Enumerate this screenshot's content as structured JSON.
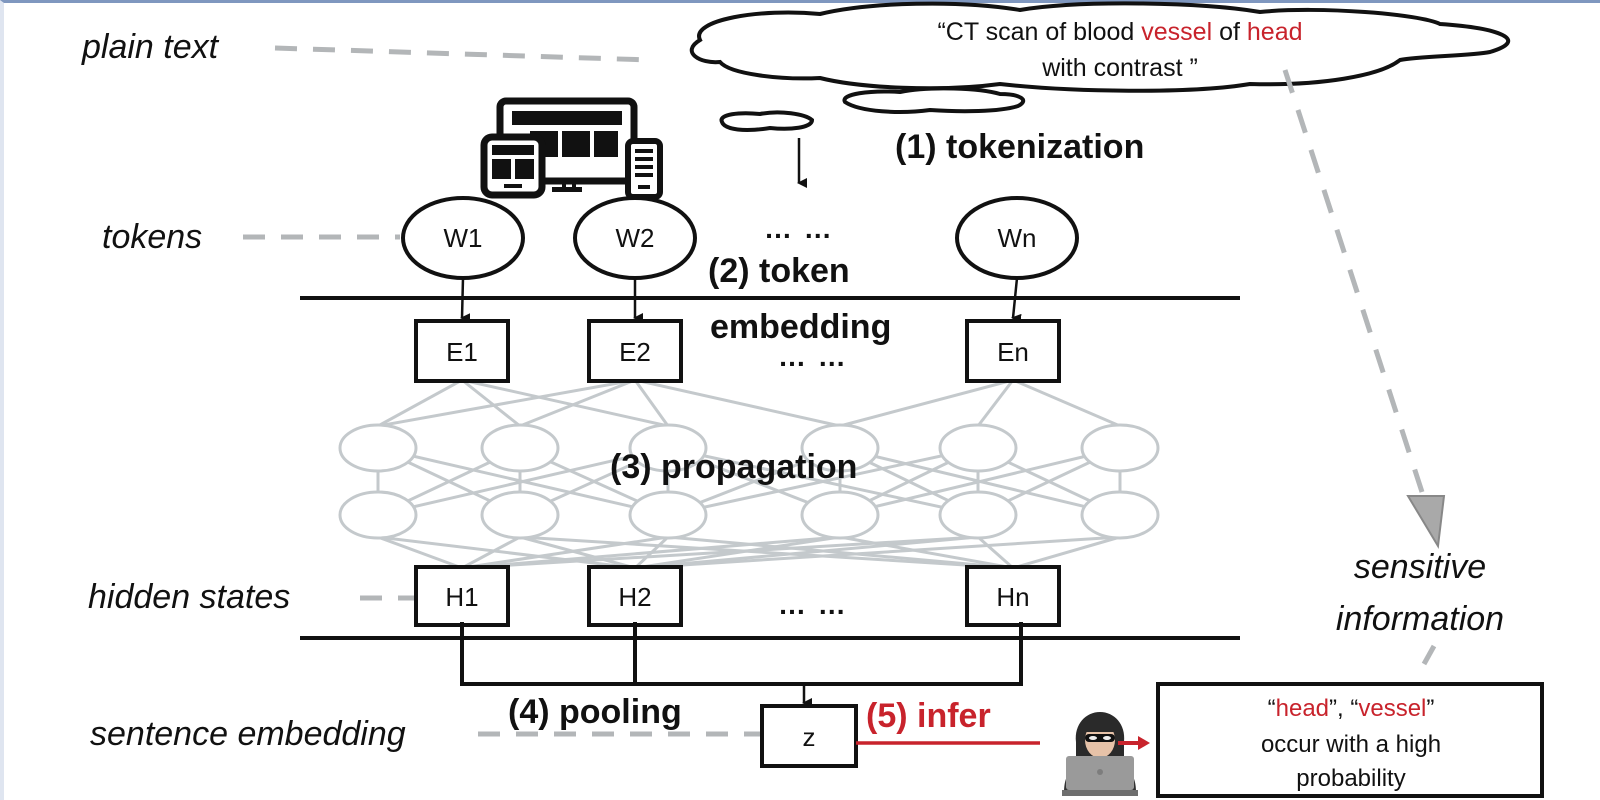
{
  "labels": {
    "plain_text": "plain text",
    "tokens": "tokens",
    "hidden_states": "hidden states",
    "sentence_embedding": "sentence embedding",
    "sensitive_line1": "sensitive",
    "sensitive_line2": "information"
  },
  "input_sentence": {
    "open_quote": "“",
    "part1": "CT scan of blood ",
    "highlight1": "vessel",
    "part2": " of ",
    "highlight2": "head",
    "line2": "with contrast ”"
  },
  "steps": {
    "tokenization": "(1) tokenization",
    "token_line1": "(2) token",
    "token_line2": "embedding",
    "propagation": "(3) propagation",
    "pooling": "(4) pooling",
    "infer": "(5) infer"
  },
  "tokens": [
    "W1",
    "W2",
    "Wn"
  ],
  "embeddings": [
    "E1",
    "E2",
    "En"
  ],
  "hidden": [
    "H1",
    "H2",
    "Hn"
  ],
  "ellipsis": "… …",
  "sentence_vector": "z",
  "result_box": {
    "q1_open": "“",
    "q1_word": "head",
    "q1_close": "”, “",
    "q2_word": "vessel",
    "q2_close": "”",
    "line2": "occur with a high",
    "line3": "probability"
  },
  "colors": {
    "highlight": "#c8232c",
    "edge": "#c4c9cc",
    "dashed": "#b3b6b8",
    "frame_top": "#7f97bf"
  }
}
